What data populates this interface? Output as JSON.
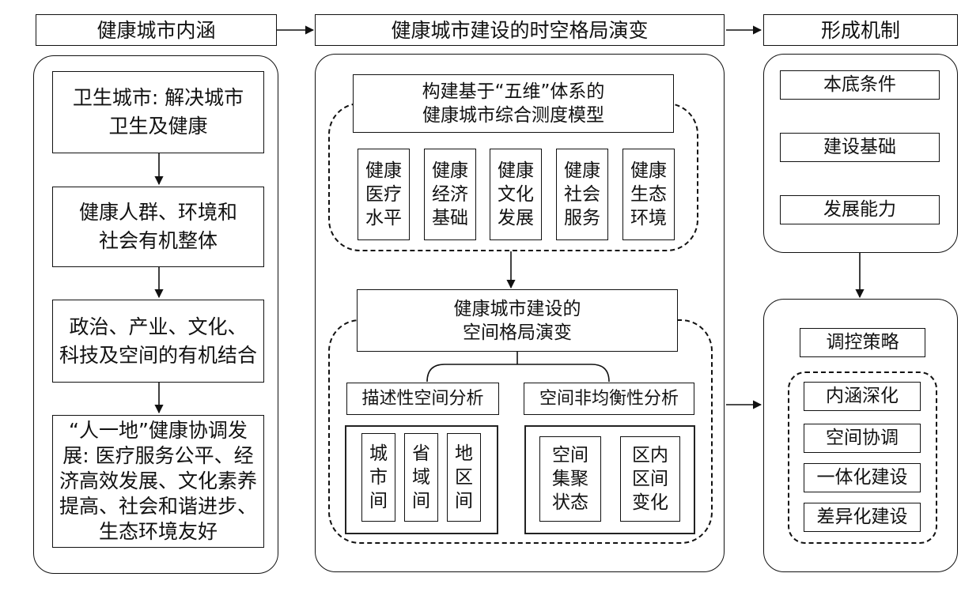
{
  "headers": {
    "left": "健康城市内涵",
    "middle": "健康城市建设的时空格局演变",
    "right": "形成机制"
  },
  "left_column": {
    "boxes": [
      {
        "lines": [
          "卫生城市: 解决城市",
          "卫生及健康"
        ]
      },
      {
        "lines": [
          "健康人群、环境和",
          "社会有机整体"
        ]
      },
      {
        "lines": [
          "政治、产业、文化、",
          "科技及空间的有机结合"
        ]
      },
      {
        "lines": [
          "“人一地”健康协调发",
          "展: 医疗服务公平、经",
          "济高效发展、文化素养",
          "提高、社会和谐进步、",
          "生态环境友好"
        ]
      }
    ]
  },
  "middle_column": {
    "model_title": {
      "lines": [
        "构建基于“五维”体系的",
        "健康城市综合测度模型"
      ]
    },
    "dimensions": [
      [
        "健康",
        "医疗",
        "水平"
      ],
      [
        "健康",
        "经济",
        "基础"
      ],
      [
        "健康",
        "文化",
        "发展"
      ],
      [
        "健康",
        "社会",
        "服务"
      ],
      [
        "健康",
        "生态",
        "环境"
      ]
    ],
    "pattern_title": {
      "lines": [
        "健康城市建设的",
        "空间格局演变"
      ]
    },
    "descriptive": {
      "title": "描述性空间分析",
      "items": [
        [
          "城",
          "市",
          "间"
        ],
        [
          "省",
          "域",
          "间"
        ],
        [
          "地",
          "区",
          "间"
        ]
      ]
    },
    "nonequilibrium": {
      "title": "空间非均衡性分析",
      "items": [
        [
          "空间",
          "集聚",
          "状态"
        ],
        [
          "区内",
          "区间",
          "变化"
        ]
      ]
    }
  },
  "right_column": {
    "mechanisms": [
      "本底条件",
      "建设基础",
      "发展能力"
    ],
    "strategy_title": "调控策略",
    "strategies": [
      "内涵深化",
      "空间协调",
      "一体化建设",
      "差异化建设"
    ]
  }
}
